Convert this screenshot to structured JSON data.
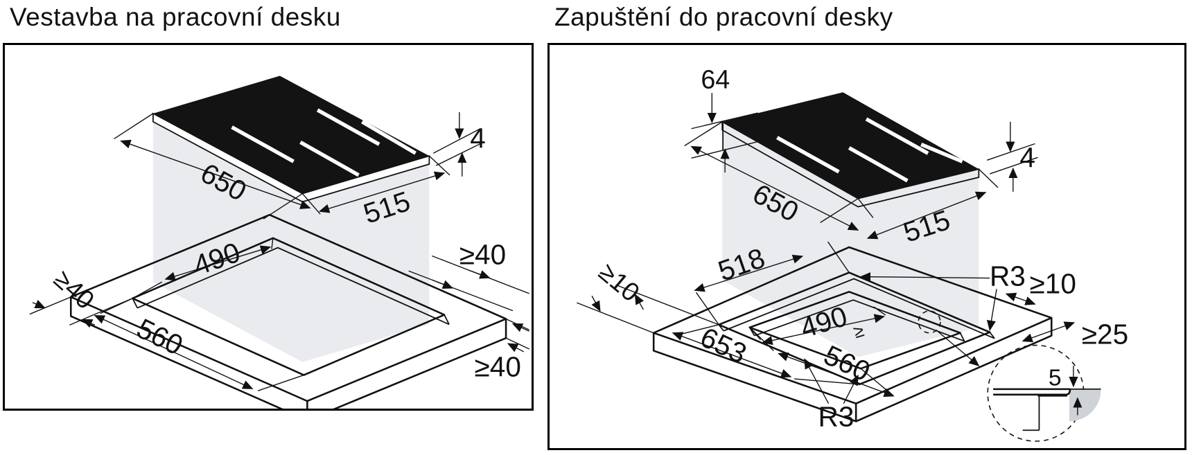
{
  "left_panel": {
    "title": "Vestavba na pracovní desku",
    "dim_hob_width": "650",
    "dim_hob_depth": "515",
    "dim_glass_thickness": "4",
    "dim_cutout_depth": "490",
    "dim_cutout_width": "560",
    "dim_clearance_left": "≥40",
    "dim_clearance_right_back": "≥40",
    "dim_clearance_right_front": "≥40"
  },
  "right_panel": {
    "title": "Zapuštění do pracovní desky",
    "dim_hob_body_height": "64",
    "dim_hob_width": "650",
    "dim_hob_depth": "515",
    "dim_glass_thickness": "4",
    "dim_rebate_depth": "518",
    "dim_cutout_depth": "490",
    "dim_tolerance_mark": "≥",
    "dim_cutout_width": "560",
    "dim_rebate_width": "653",
    "dim_clearance_left": "≥10",
    "dim_clearance_right": "≥10",
    "dim_clearance_front": "≥25",
    "dim_corner_radius_top": "R3",
    "dim_corner_radius_bottom": "R3",
    "dim_detail_depth": "5"
  }
}
